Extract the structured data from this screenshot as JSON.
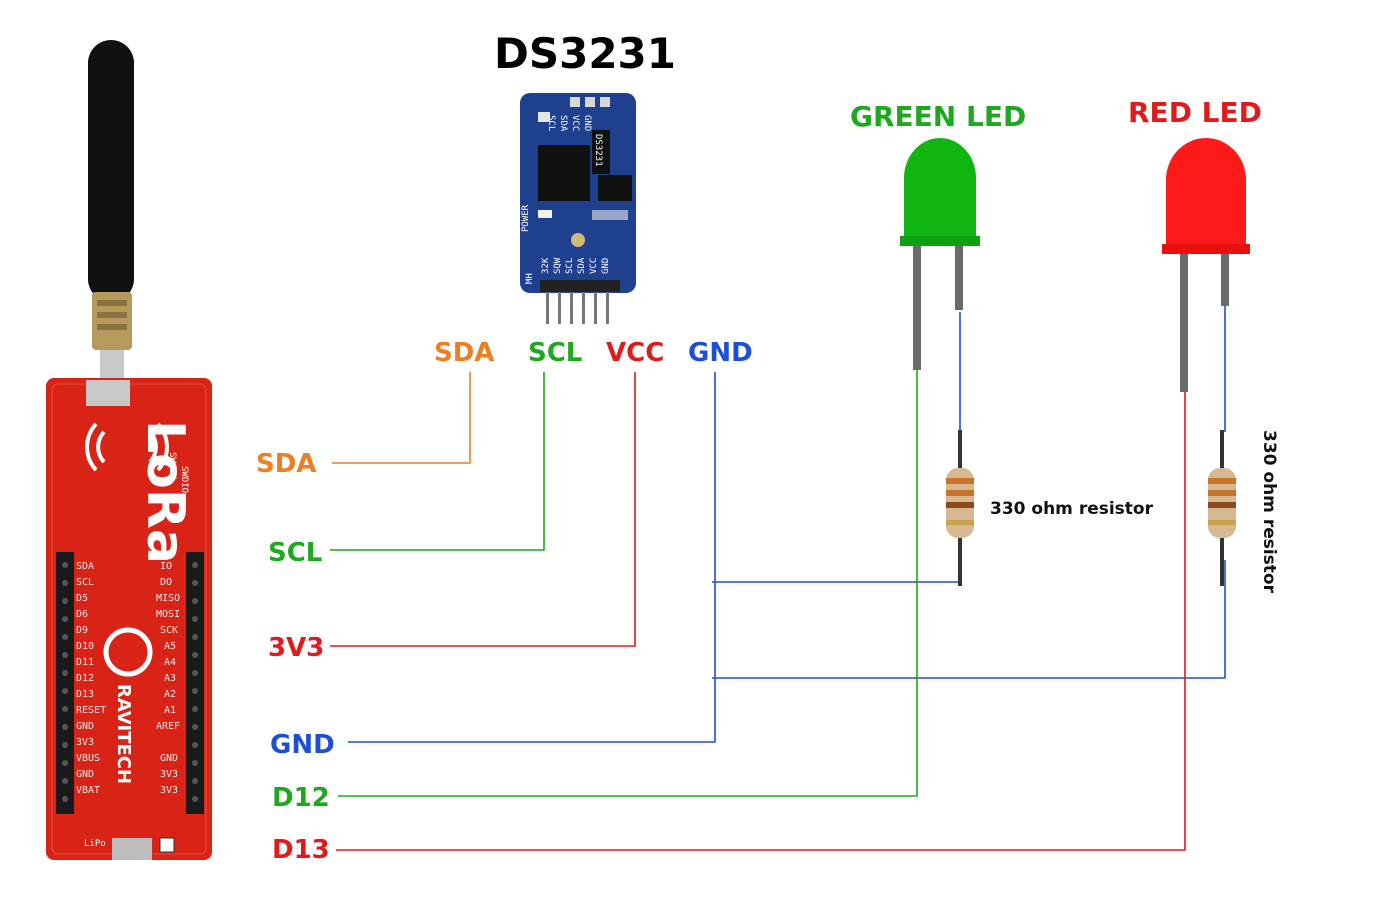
{
  "title": "DS3231",
  "colors": {
    "orange": "#ef7d22",
    "green": "#1ea81e",
    "red": "#e01b1b",
    "blue": "#1d4fd6",
    "led_green": "#11b511",
    "led_red": "#ff1a1a",
    "board_red": "#d92316",
    "module_blue": "#1f3f8f"
  },
  "module_pins_top": [
    "SDA",
    "SCL",
    "VCC",
    "GND"
  ],
  "board_pins": [
    "SDA",
    "SCL",
    "3V3",
    "GND",
    "D12",
    "D13"
  ],
  "leds": {
    "green_label": "GREEN LED",
    "red_label": "RED LED"
  },
  "resistors": {
    "green_label": "330 ohm resistor",
    "red_label": "330 ohm resistor"
  },
  "lora_board": {
    "logo": "LoRa",
    "brand": "RAVITECH",
    "left_pins": [
      "SDA",
      "SCL",
      "D5",
      "D6",
      "D9",
      "D10",
      "D11",
      "D12",
      "D13",
      "RESET",
      "GND",
      "3V3",
      "VBUS",
      "GND",
      "VBAT"
    ],
    "right_pins": [
      "IO",
      "DO",
      "MISO",
      "MOSI",
      "SCK",
      "A5",
      "A4",
      "A3",
      "A2",
      "A1",
      "AREF",
      "GND",
      "3V3",
      "3V3"
    ],
    "small_labels": [
      "SWCLK",
      "SWDIO",
      "LiPo"
    ]
  },
  "ds3231_module": {
    "chip_text": "DS3231",
    "bottom_pins": [
      "32K",
      "SQW",
      "SCL",
      "SDA",
      "VCC",
      "GND"
    ],
    "top_pins": [
      "SCL",
      "SDA",
      "VCC",
      "GND"
    ],
    "side_text": "MH",
    "power_text": "POWER"
  }
}
